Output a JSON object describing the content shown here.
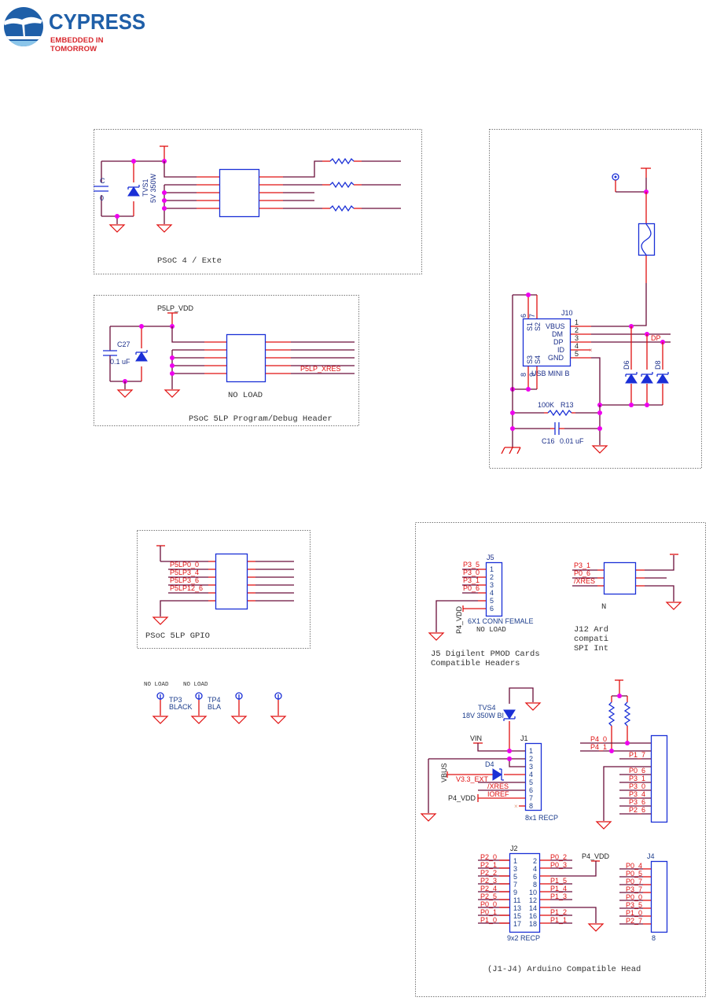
{
  "logo": {
    "brand": "CYPRESS",
    "tagline": "EMBEDDED IN TOMORROW",
    "colors": {
      "brand": "#1f5fa8",
      "tagline": "#d8262c"
    }
  },
  "colors": {
    "wire": "#6b0f3a",
    "pin": "#e01010",
    "component": "#1a2fd6",
    "junction": "#ee00ee",
    "net_label": "#e01010",
    "component_label": "#1b2f8a"
  },
  "blocks": {
    "psoc4_header": {
      "title": "PSoC 4 / Exte",
      "cap_ref": "C",
      "cap_val": "0",
      "tvs_ref": "TVS1",
      "tvs_val": "5V 350W"
    },
    "psoc5lp_debug": {
      "title": "PSoC 5LP Program/Debug Header",
      "vdd_label": "P5LP_VDD",
      "cap_ref": "C27",
      "cap_val": "0.1 uF",
      "net_xres": "P5LP_XRES",
      "note": "NO LOAD"
    },
    "usb": {
      "connector_ref": "J10",
      "connector_type": "USB MINI B",
      "pins": [
        {
          "num": "1",
          "name": "VBUS"
        },
        {
          "num": "2",
          "name": "DM"
        },
        {
          "num": "3",
          "name": "DP"
        },
        {
          "num": "4",
          "name": "ID"
        },
        {
          "num": "5",
          "name": "GND"
        }
      ],
      "shield_top": {
        "s1": "S1",
        "s2": "S2",
        "n6": "6",
        "n7": "7"
      },
      "shield_bottom": {
        "s3": "S3",
        "s4": "S4",
        "n8": "8",
        "n9": "9"
      },
      "net_dp": "DP",
      "diode_left": "D6",
      "diode_right": "D8",
      "res_val": "100K",
      "res_ref": "R13",
      "cap_ref": "C16",
      "cap_val": "0.01 uF"
    },
    "psoc5lp_gpio": {
      "title": "PSoC 5LP GPIO",
      "nets": [
        "P5LP0_0",
        "P5LP3_4",
        "P5LP3_6",
        "P5LP12_6"
      ]
    },
    "test_points": {
      "notes": [
        "NO LOAD",
        "NO LOAD"
      ],
      "tp3": {
        "ref": "TP3",
        "color": "BLACK"
      },
      "tp4": {
        "ref": "TP4",
        "color": "BLA"
      }
    },
    "pmod": {
      "connector_ref": "J5",
      "nets": [
        "P3_5",
        "P3_0",
        "P3_1",
        "P0_6"
      ],
      "pins": [
        "1",
        "2",
        "3",
        "4",
        "5",
        "6"
      ],
      "power": "P4_VDD",
      "connector_type": "6X1 CONN FEMALE",
      "note": "NO LOAD",
      "caption_line1": "J5 Digilent PMOD Cards",
      "caption_line2": "Compatible Headers"
    },
    "j12": {
      "nets": [
        "P3_1",
        "P0_6",
        "/XRES"
      ],
      "note": "N",
      "caption_line1": "J12 Ard",
      "caption_line2": "compati",
      "caption_line3": "SPI Int"
    },
    "j1": {
      "connector_ref": "J1",
      "connector_type": "8x1 RECP",
      "pins": [
        "1",
        "2",
        "3",
        "4",
        "5",
        "6",
        "7",
        "8"
      ],
      "tvs_ref": "TVS4",
      "tvs_val": "18V 350W BI",
      "vin": "VIN",
      "vbus": "VBUS",
      "diode_ref": "D4",
      "net_v33": "V3.3_EXT",
      "net_xres": "/XRES",
      "net_ioref": "IOREF",
      "power": "P4_VDD"
    },
    "j3": {
      "nets_left": [
        "P4_0",
        "P4_1"
      ],
      "nets_right": [
        "P1_7",
        "P0_6",
        "P3_1",
        "P3_0",
        "P3_4",
        "P3_6",
        "P2_6"
      ]
    },
    "j2": {
      "connector_ref": "J2",
      "connector_type": "9x2 RECP",
      "left_pins": [
        "1",
        "3",
        "5",
        "7",
        "9",
        "11",
        "13",
        "15",
        "17"
      ],
      "right_pins": [
        "2",
        "4",
        "6",
        "8",
        "10",
        "12",
        "14",
        "16",
        "18"
      ],
      "left_nets": [
        "P2_0",
        "P2_1",
        "P2_2",
        "P2_3",
        "P2_4",
        "P2_5",
        "P0_0",
        "P0_1",
        "P1_0"
      ],
      "right_nets": [
        "P0_2",
        "P0_3",
        "",
        "P1_5",
        "P1_4",
        "P1_3",
        "",
        "P1_2",
        "P1_1"
      ],
      "power": "P4_VDD"
    },
    "j4": {
      "connector_ref": "J4",
      "nets": [
        "P0_4",
        "P0_5",
        "P0_7",
        "P3_7",
        "P0_0",
        "P3_5",
        "P1_0",
        "P2_7"
      ],
      "last_pin": "8"
    },
    "arduino_caption": "(J1-J4) Arduino Compatible Head"
  }
}
